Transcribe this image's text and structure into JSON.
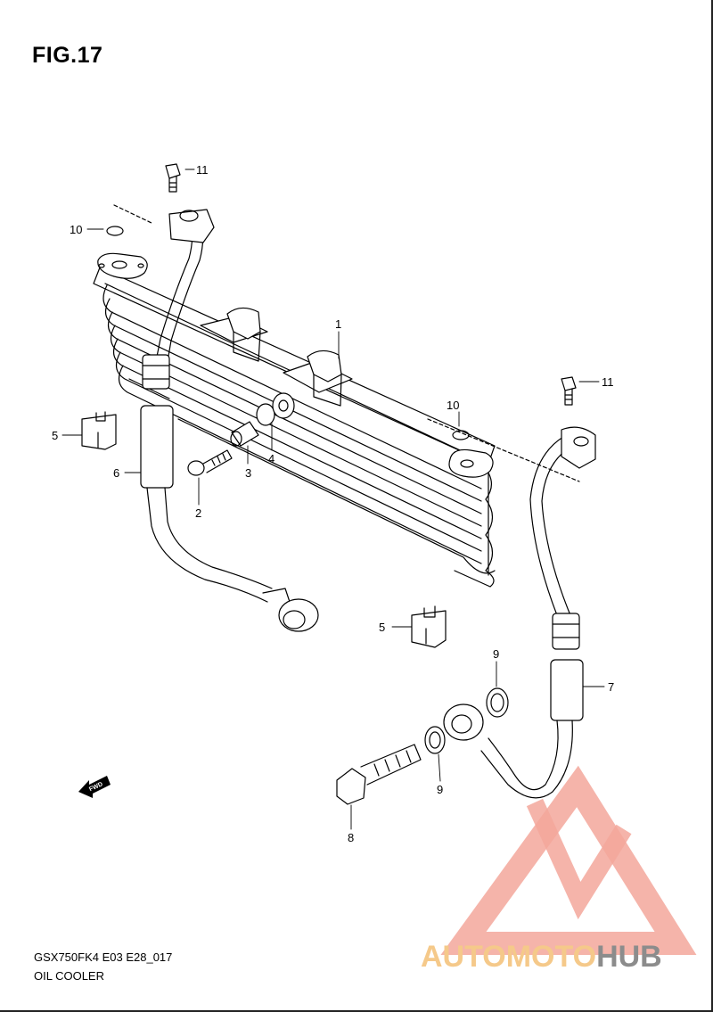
{
  "figure": {
    "title": "FIG.17"
  },
  "footer": {
    "model_code": "GSX750FK4 E03 E28_017",
    "section_name": "OIL COOLER"
  },
  "fwd_marker": {
    "label": "FWD"
  },
  "parts": [
    {
      "ref": "1",
      "part": "oil-cooler"
    },
    {
      "ref": "2",
      "part": "bolt"
    },
    {
      "ref": "3",
      "part": "spacer"
    },
    {
      "ref": "4",
      "part": "cushion"
    },
    {
      "ref": "5",
      "part": "clamp"
    },
    {
      "ref": "5",
      "part": "clamp"
    },
    {
      "ref": "6",
      "part": "oil-hose"
    },
    {
      "ref": "7",
      "part": "oil-hose"
    },
    {
      "ref": "8",
      "part": "union-bolt"
    },
    {
      "ref": "9",
      "part": "gasket"
    },
    {
      "ref": "9",
      "part": "gasket"
    },
    {
      "ref": "10",
      "part": "o-ring"
    },
    {
      "ref": "10",
      "part": "o-ring"
    },
    {
      "ref": "11",
      "part": "bolt"
    },
    {
      "ref": "11",
      "part": "bolt"
    }
  ],
  "watermark": {
    "text_part1": "AUTOMOTO",
    "text_part2": "HUB",
    "color_primary": "#f3a79b",
    "color_secondary": "#f5c98a",
    "color_dark": "#8c8c8c"
  }
}
